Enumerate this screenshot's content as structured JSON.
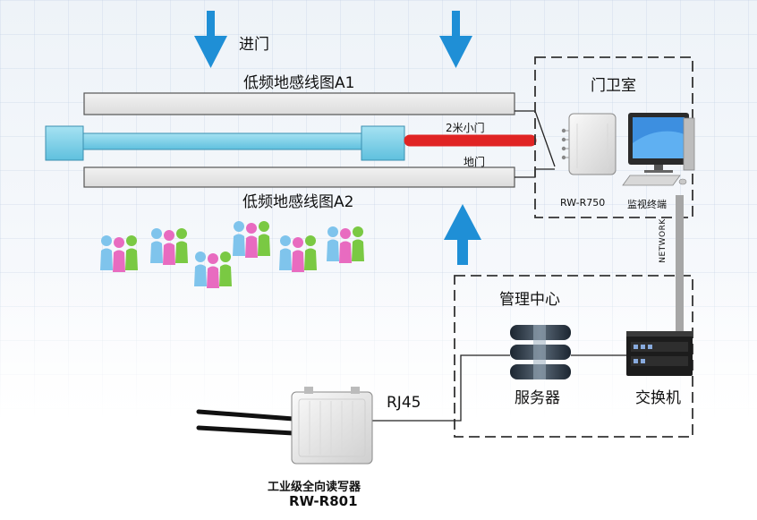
{
  "labels": {
    "entrance": "进门",
    "loop_a1": "低频地感线图A1",
    "loop_a2": "低频地感线图A2",
    "gate_2m": "2米小门",
    "ground_gate": "地门",
    "guard_room": "门卫室",
    "reader_r750": "RW-R750",
    "monitor_terminal": "监视终端",
    "network": "NETWORK",
    "management_center": "管理中心",
    "server": "服务器",
    "switch": "交换机",
    "rj45": "RJ45",
    "reader_desc": "工业级全向读写器",
    "reader_r801": "RW-R801"
  },
  "colors": {
    "arrow_blue": "#1f8fd6",
    "barrier_cyan": "#7fd0e8",
    "gate_red": "#e02424",
    "dashed_box": "#333333",
    "network_cable": "#a6a6a6",
    "loop_bar_fill": "#e9e9e9"
  },
  "icons": [
    "down-arrow-icon",
    "up-arrow-icon",
    "people-group-icon",
    "reader-device-icon",
    "computer-monitor-icon",
    "server-icon",
    "switch-icon",
    "antenna-icon"
  ]
}
